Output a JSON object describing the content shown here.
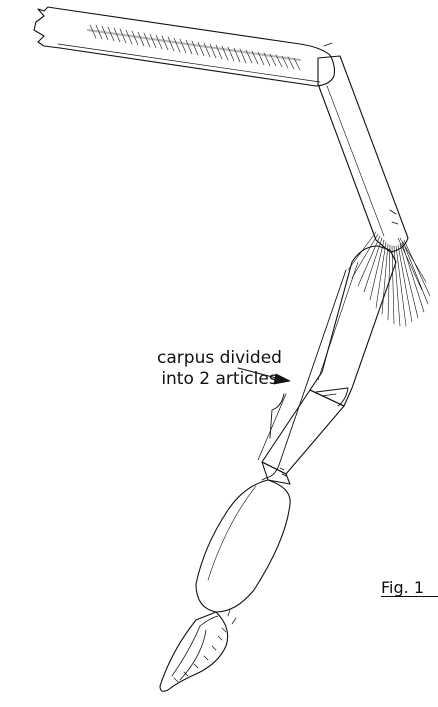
{
  "annotation": {
    "line1": "carpus divided",
    "line2": "into 2 articles"
  },
  "figure_caption": "Fig. 1",
  "colors": {
    "ink": "#111111",
    "background": "#ffffff"
  }
}
